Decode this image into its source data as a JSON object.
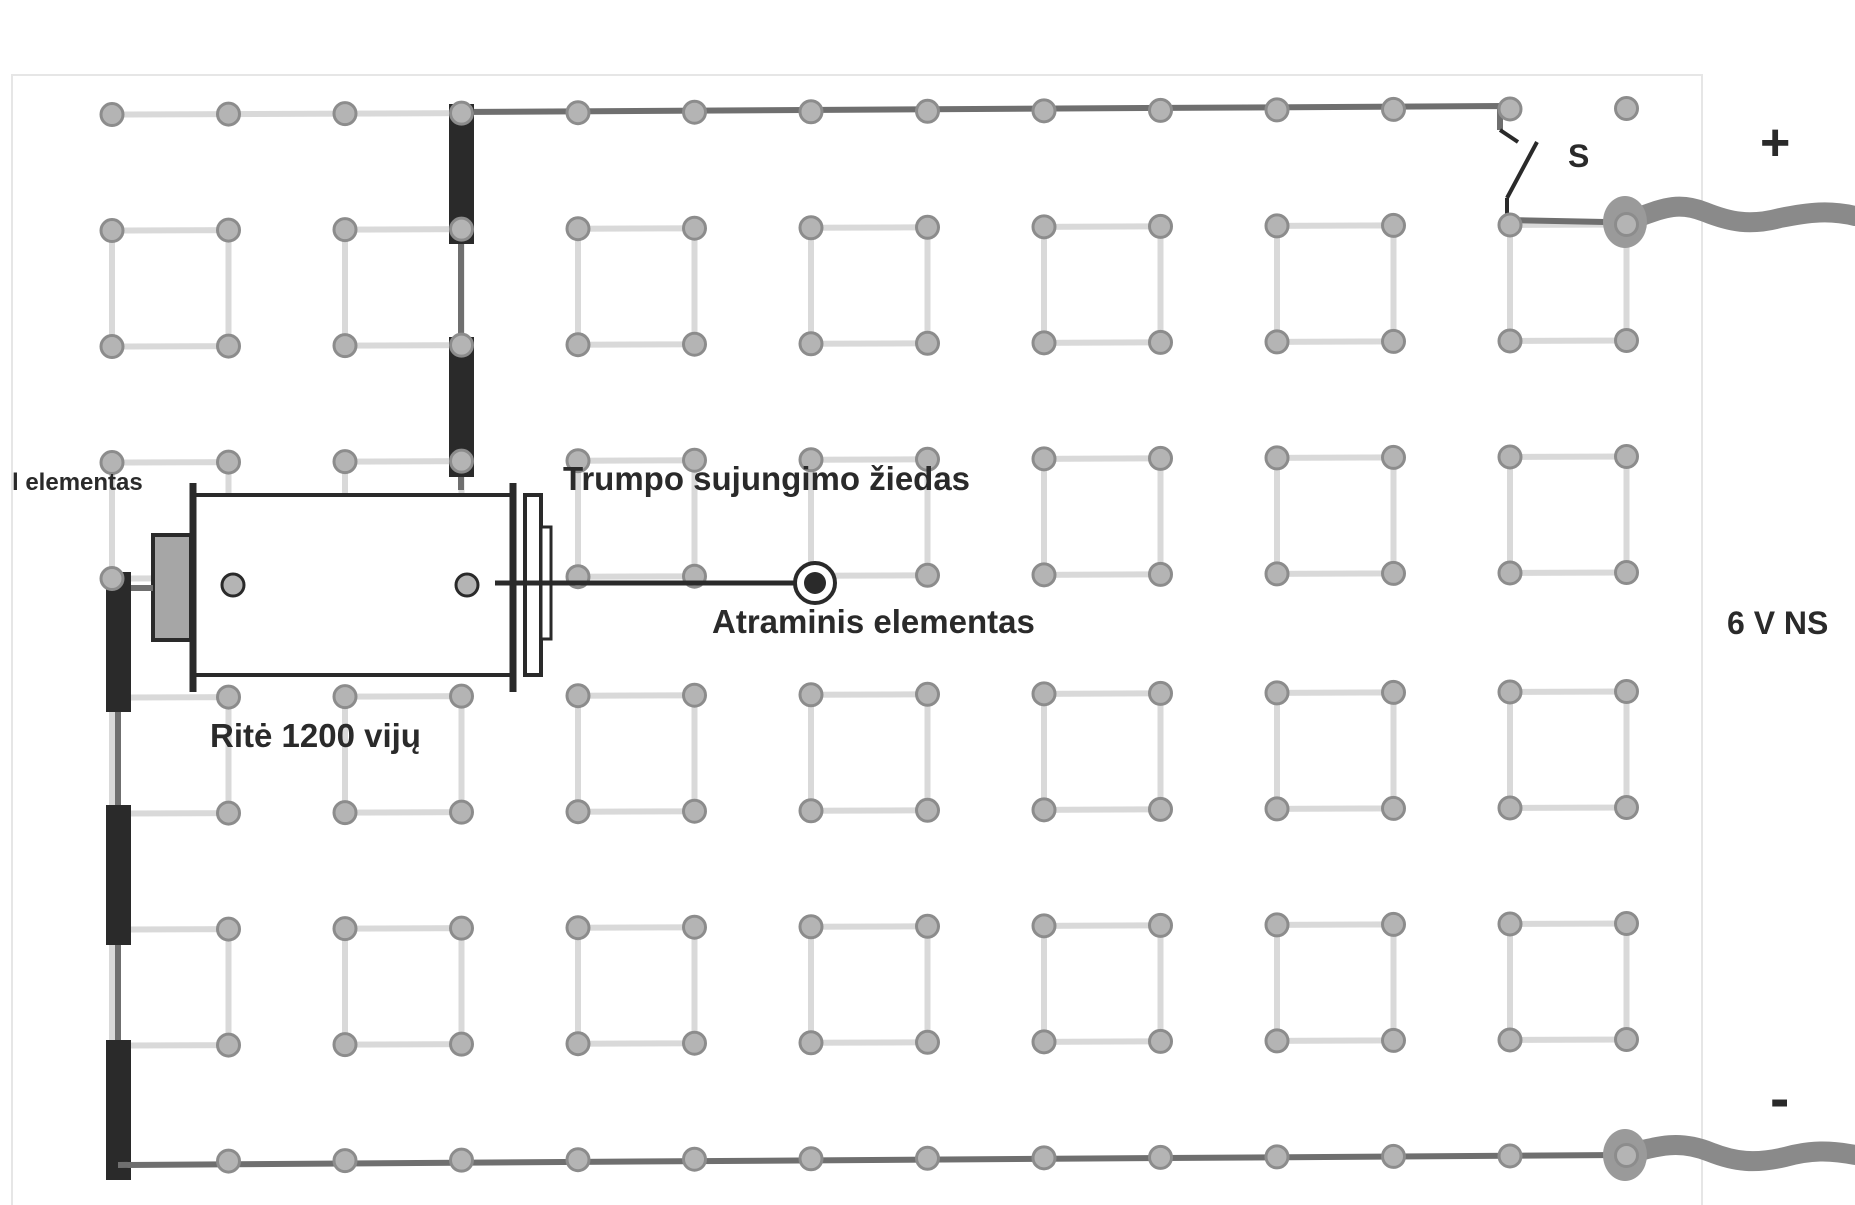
{
  "labels": {
    "switch": "S",
    "plus": "+",
    "minus": "-",
    "supply": "6 V NS",
    "element_left": "l elementas",
    "ring": "Trumpo sujungimo žiedas",
    "support": "Atraminis elementas",
    "coil": "Ritė 1200 vijų"
  },
  "colors": {
    "board_border": "#e6e6e6",
    "grid_line": "#d9d9d9",
    "node_fill": "#b4b4b4",
    "node_stroke": "#8c8c8c",
    "wire": "#6f6f6f",
    "bar": "#2a2a2a",
    "text": "#2a2a2a"
  }
}
